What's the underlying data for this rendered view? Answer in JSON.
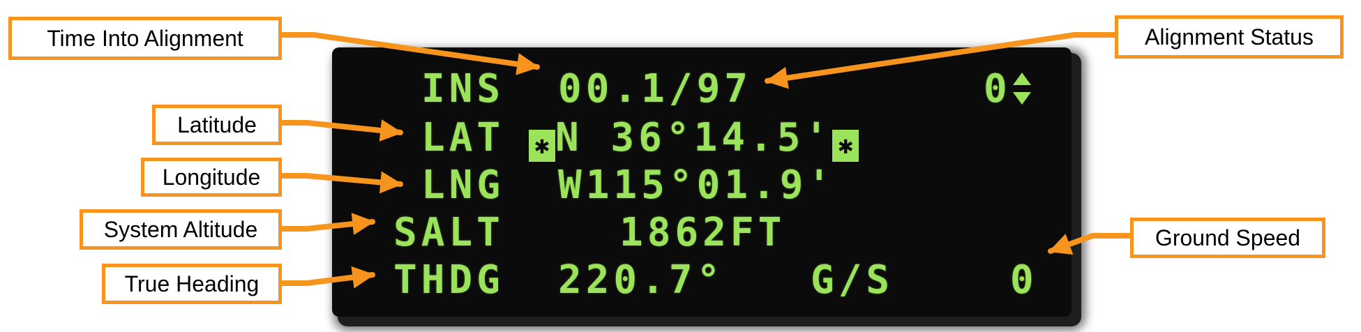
{
  "callouts": {
    "time_into_alignment": "Time Into Alignment",
    "alignment_status": "Alignment Status",
    "latitude": "Latitude",
    "longitude": "Longitude",
    "system_altitude": "System Altitude",
    "ground_speed": "Ground Speed",
    "true_heading": "True Heading"
  },
  "ded": {
    "row1": {
      "label": "INS",
      "value": "00.1/97",
      "status": "0",
      "status_icon": "up-down-arrow-icon"
    },
    "row2": {
      "label": "LAT",
      "box_left": "✱",
      "value": "N 36°14.5'",
      "box_right": "✱"
    },
    "row3": {
      "label": "LNG",
      "value": "W115°01.9'"
    },
    "row4": {
      "label": "SALT",
      "value": "1862FT"
    },
    "row5": {
      "label": "THDG",
      "value": "220.7°",
      "gs_label": "G/S",
      "gs_value": "0"
    }
  },
  "colors": {
    "callout_border": "#f7941d",
    "arrow": "#f7941d",
    "display_text": "#9be35a",
    "display_background": "#0b0b0b"
  }
}
